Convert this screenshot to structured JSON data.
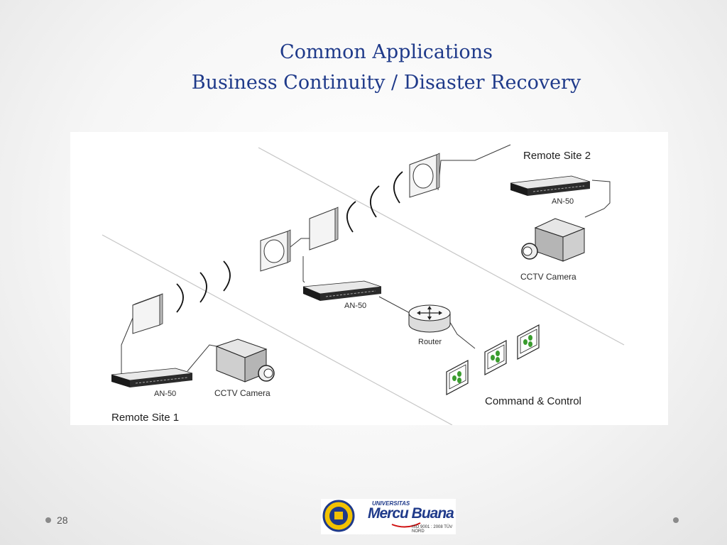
{
  "slide": {
    "title_line1": "Common Applications",
    "title_line2": "Business Continuity / Disaster Recovery",
    "page_number": "28"
  },
  "diagram": {
    "remote_site_1": "Remote Site 1",
    "remote_site_2": "Remote Site 2",
    "an50_site1": "AN-50",
    "an50_center": "AN-50",
    "an50_site2": "AN-50",
    "cctv_site1": "CCTV Camera",
    "cctv_site2": "CCTV Camera",
    "router": "Router",
    "command_control": "Command & Control"
  },
  "logo": {
    "top_text": "UNIVERSITAS",
    "main_text": "Mercu Buana",
    "iso_text": "ISO 9001 : 2008   TÜV NORD"
  },
  "colors": {
    "title": "#1f3a8a",
    "tree_green": "#3a9c2e"
  }
}
